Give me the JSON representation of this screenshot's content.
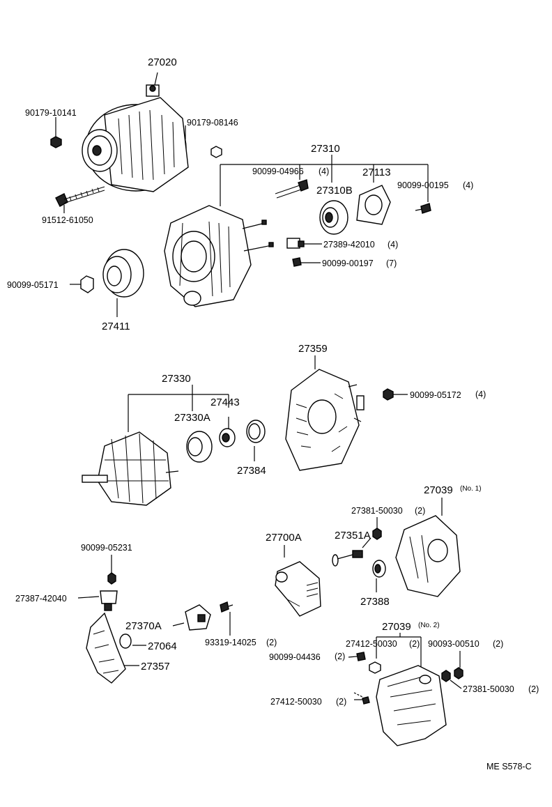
{
  "labels": {
    "p27020": "27020",
    "p90179_10141": "90179-10141",
    "p90179_08146": "90179-08146",
    "p91512_61050": "91512-61050",
    "p27310": "27310",
    "p90099_04966": "90099-04966",
    "p90099_04966_q": "(4)",
    "p27113": "27113",
    "p27310B": "27310B",
    "p90099_00195": "90099-00195",
    "p90099_00195_q": "(4)",
    "p27389_42010": "27389-42010",
    "p27389_42010_q": "(4)",
    "p90099_00197": "90099-00197",
    "p90099_00197_q": "(7)",
    "p90099_05171": "90099-05171",
    "p27411": "27411",
    "p27359": "27359",
    "p90099_05172": "90099-05172",
    "p90099_05172_q": "(4)",
    "p27330": "27330",
    "p27443": "27443",
    "p27330A": "27330A",
    "p27384": "27384",
    "p27039_no1": "27039",
    "p27039_no1_note": "(No. 1)",
    "p27381_50030_a": "27381-50030",
    "p27381_50030_a_q": "(2)",
    "p27700A": "27700A",
    "p27351A": "27351A",
    "p27388": "27388",
    "p90099_05231": "90099-05231",
    "p27387_42040": "27387-42040",
    "p27370A": "27370A",
    "p93319_14025": "93319-14025",
    "p93319_14025_q": "(2)",
    "p27064": "27064",
    "p27357": "27357",
    "p27039_no2": "27039",
    "p27039_no2_note": "(No. 2)",
    "p27412_50030_a": "27412-50030",
    "p27412_50030_a_q": "(2)",
    "p90093_00510": "90093-00510",
    "p90093_00510_q": "(2)",
    "p90099_04436": "90099-04436",
    "p90099_04436_q": "(2)",
    "p27381_50030_b": "27381-50030",
    "p27381_50030_b_q": "(2)",
    "p27412_50030_b": "27412-50030",
    "p27412_50030_b_q": "(2)",
    "ref_code": "ME S578-C"
  }
}
